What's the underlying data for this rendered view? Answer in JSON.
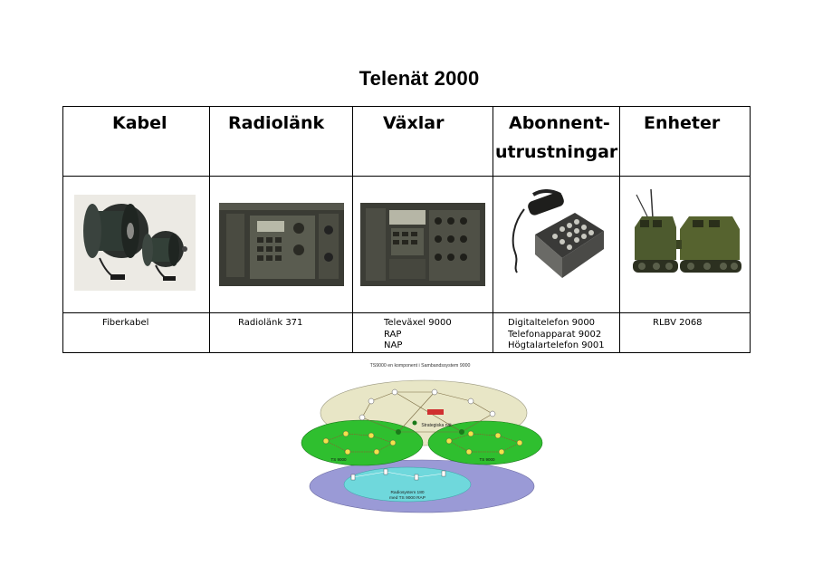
{
  "page": {
    "title": "Telenät 2000"
  },
  "table": {
    "headers": [
      {
        "line1": "Kabel",
        "line2": ""
      },
      {
        "line1": "Radiolänk",
        "line2": ""
      },
      {
        "line1": "Växlar",
        "line2": ""
      },
      {
        "line1": "Abonnent-",
        "line2": "utrustningar"
      },
      {
        "line1": "Enheter",
        "line2": ""
      }
    ],
    "images": [
      "cable-reels-photo",
      "radio-link-photo",
      "telephone-exchange-photo",
      "field-telephone-photo",
      "tracked-vehicle-photo"
    ],
    "captions": [
      [
        "Fiberkabel"
      ],
      [
        "Radiolänk 371"
      ],
      [
        "Televäxel 9000",
        "RAP",
        "NAP"
      ],
      [
        "Digitaltelefon 9000",
        "Telefonapparat 9002",
        "Högtalartelefon 9001"
      ],
      [
        "RLBV 2068"
      ]
    ]
  },
  "diagram": {
    "title": "TS9000 en komponent i Sambandssystem 9000",
    "labels": {
      "strategic": "Strategiska nät",
      "ts_left": "TS 9000",
      "ts_right": "TS 9000",
      "radio_line1": "Radiosystem 180",
      "radio_line2": "med TS 9000 RAP"
    },
    "colors": {
      "beige": "#e8e6c6",
      "green": "#2fbf2f",
      "purple": "#9a9ad6",
      "cyan": "#6fd8dc"
    }
  }
}
